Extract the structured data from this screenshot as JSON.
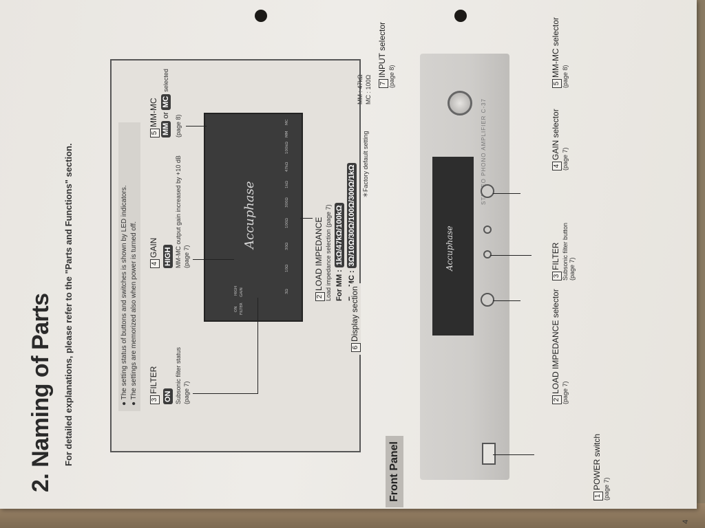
{
  "page": {
    "number": "4",
    "title": "2. Naming of Parts",
    "subtitle": "For detailed explanations, please refer to the \"Parts and Functions\" section."
  },
  "notes": [
    "The setting status of buttons and switches is shown by LED indicators.",
    "The settings are memorized also when power is turned off."
  ],
  "display_callouts": {
    "filter": {
      "num": "3",
      "name": "FILTER",
      "state": "ON",
      "desc": "Subsonic filter status",
      "page": "(page 7)"
    },
    "gain": {
      "num": "4",
      "name": "GAIN",
      "state": "HIGH",
      "desc": "MM-MC output gain increased by +10 dB",
      "page": "(page 7)"
    },
    "mmmc": {
      "num": "5",
      "name": "MM-MC",
      "mm": "MM",
      "or": "or",
      "mc": "MC",
      "selected": "selected",
      "page": "(page 8)"
    },
    "load": {
      "num": "2",
      "name": "LOAD IMPEDANCE",
      "desc": "Load impedance selection (page 7)",
      "mm_label": "For MM :",
      "mm_values": "1kΩ/47kΩ/100kΩ",
      "mc_label": "For MC :",
      "mc_values": "3Ω/10Ω/30Ω/100Ω/300Ω/1kΩ",
      "factory": "＊Factory default setting",
      "mm_default": "MM : 47kΩ",
      "mc_default": "MC : 100Ω"
    },
    "display": {
      "num": "6",
      "name": "Display section"
    }
  },
  "display_panel": {
    "logo": "Accuphase",
    "leds": {
      "filter": "FILTER",
      "gain": "GAIN",
      "on": "ON",
      "high": "HIGH",
      "mm": "MM",
      "mc": "MC",
      "ohms": [
        "3Ω",
        "10Ω",
        "30Ω",
        "100Ω",
        "300Ω",
        "1kΩ",
        "47kΩ",
        "100kΩ"
      ]
    }
  },
  "front_panel": {
    "title": "Front Panel",
    "model": "STEREO PHONO AMPLIFIER C-37",
    "logo": "Accuphase",
    "callouts": [
      {
        "num": "1",
        "name": "POWER switch",
        "page": "(page 7)"
      },
      {
        "num": "2",
        "name": "LOAD IMPEDANCE selector",
        "page": "(page 7)"
      },
      {
        "num": "3",
        "name": "FILTER",
        "desc": "Subsonic filter button",
        "page": "(page 7)"
      },
      {
        "num": "4",
        "name": "GAIN selector",
        "page": "(page 7)"
      },
      {
        "num": "5",
        "name": "MM-MC selector",
        "page": "(page 8)"
      },
      {
        "num": "7",
        "name": "INPUT selector",
        "page": "(page 8)"
      }
    ]
  }
}
